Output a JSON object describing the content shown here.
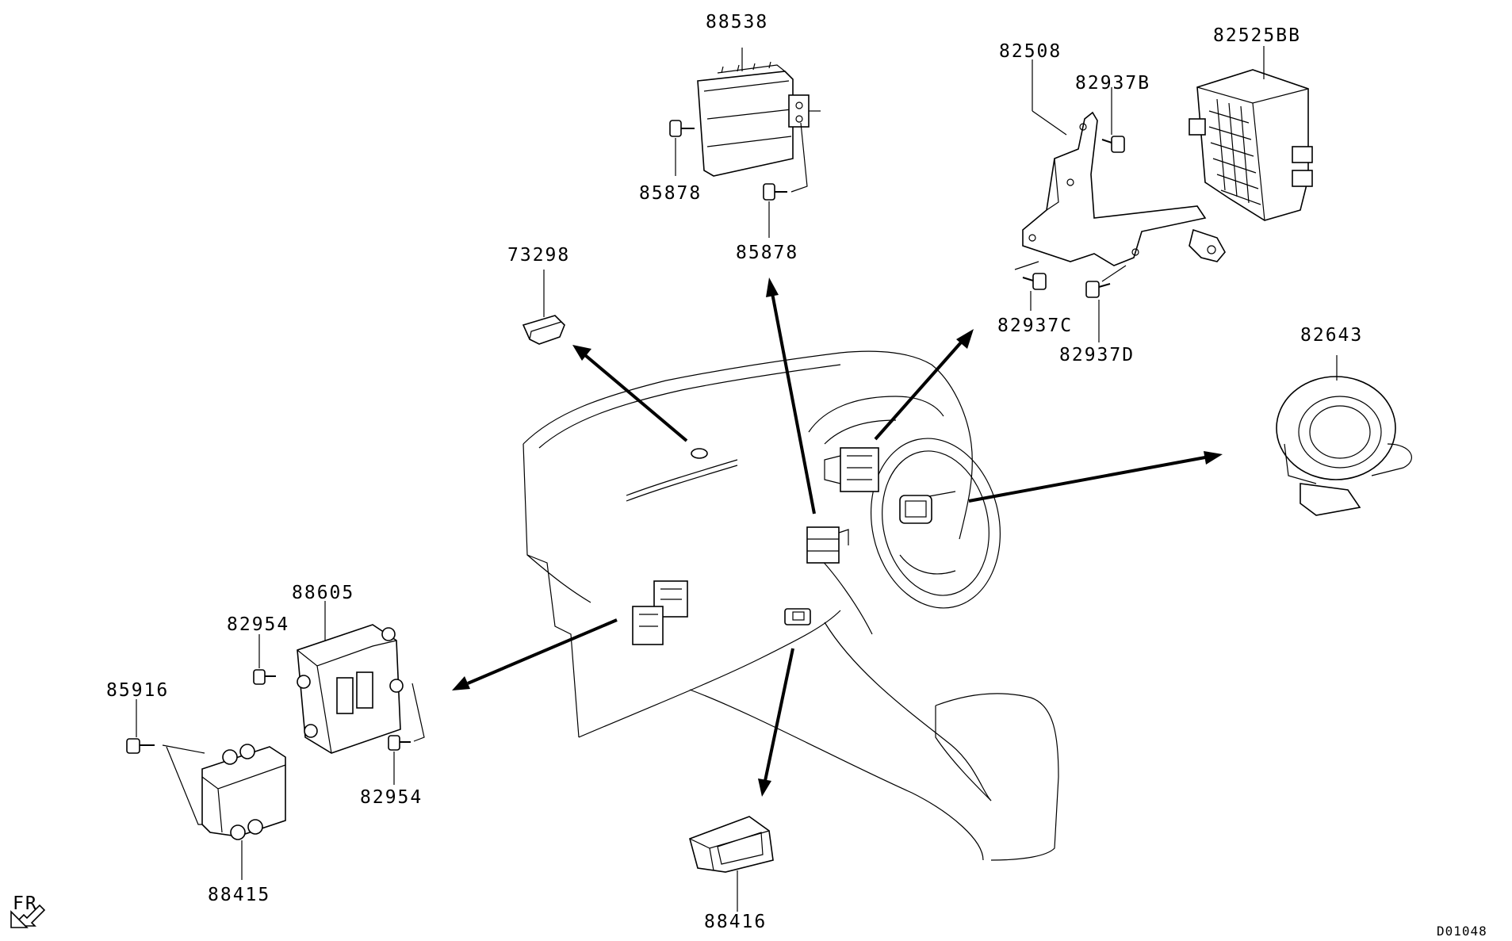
{
  "diagram": {
    "labels": {
      "p88538": "88538",
      "p85878_left": "85878",
      "p85878_right": "85878",
      "p73298": "73298",
      "p82508": "82508",
      "p82525BB": "82525BB",
      "p82937B": "82937B",
      "p82937C": "82937C",
      "p82937D": "82937D",
      "p82643": "82643",
      "p88605": "88605",
      "p82954_top": "82954",
      "p82954_bottom": "82954",
      "p85916": "85916",
      "p88415": "88415",
      "p88416": "88416"
    },
    "orientation": "FR",
    "drawing_id": "D01048"
  }
}
